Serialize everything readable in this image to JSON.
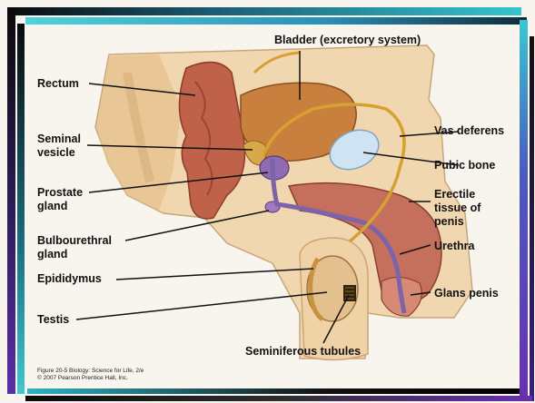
{
  "labels": {
    "bladder": "Bladder (excretory system)",
    "rectum": "Rectum",
    "seminal_vesicle": "Seminal\nvesicle",
    "prostate_gland": "Prostate\ngland",
    "bulbourethral_gland": "Bulbourethral\ngland",
    "epididymus": "Epididymus",
    "testis": "Testis",
    "vas_deferens": "Vas deferens",
    "pubic_bone": "Pubic bone",
    "erectile_tissue": "Erectile\ntissue of\npenis",
    "urethra": "Urethra",
    "glans_penis": "Glans penis",
    "seminiferous_tubules": "Seminiferous tubules"
  },
  "credit": "Figure 20-5  Biology: Science for Life, 2/e\n© 2007 Pearson Prentice Hall, Inc.",
  "colors": {
    "frame_teal": "#34c6cf",
    "frame_purple": "#5a2fa8",
    "frame_black": "#0a0a0a",
    "skin": "#f1d7b0",
    "bladder": "#c9803f",
    "rectum": "#c0624a",
    "pubic_bone": "#cfe3f2",
    "erectile": "#c4705d",
    "duct": "#d8a031",
    "urethra": "#7d63a8"
  }
}
